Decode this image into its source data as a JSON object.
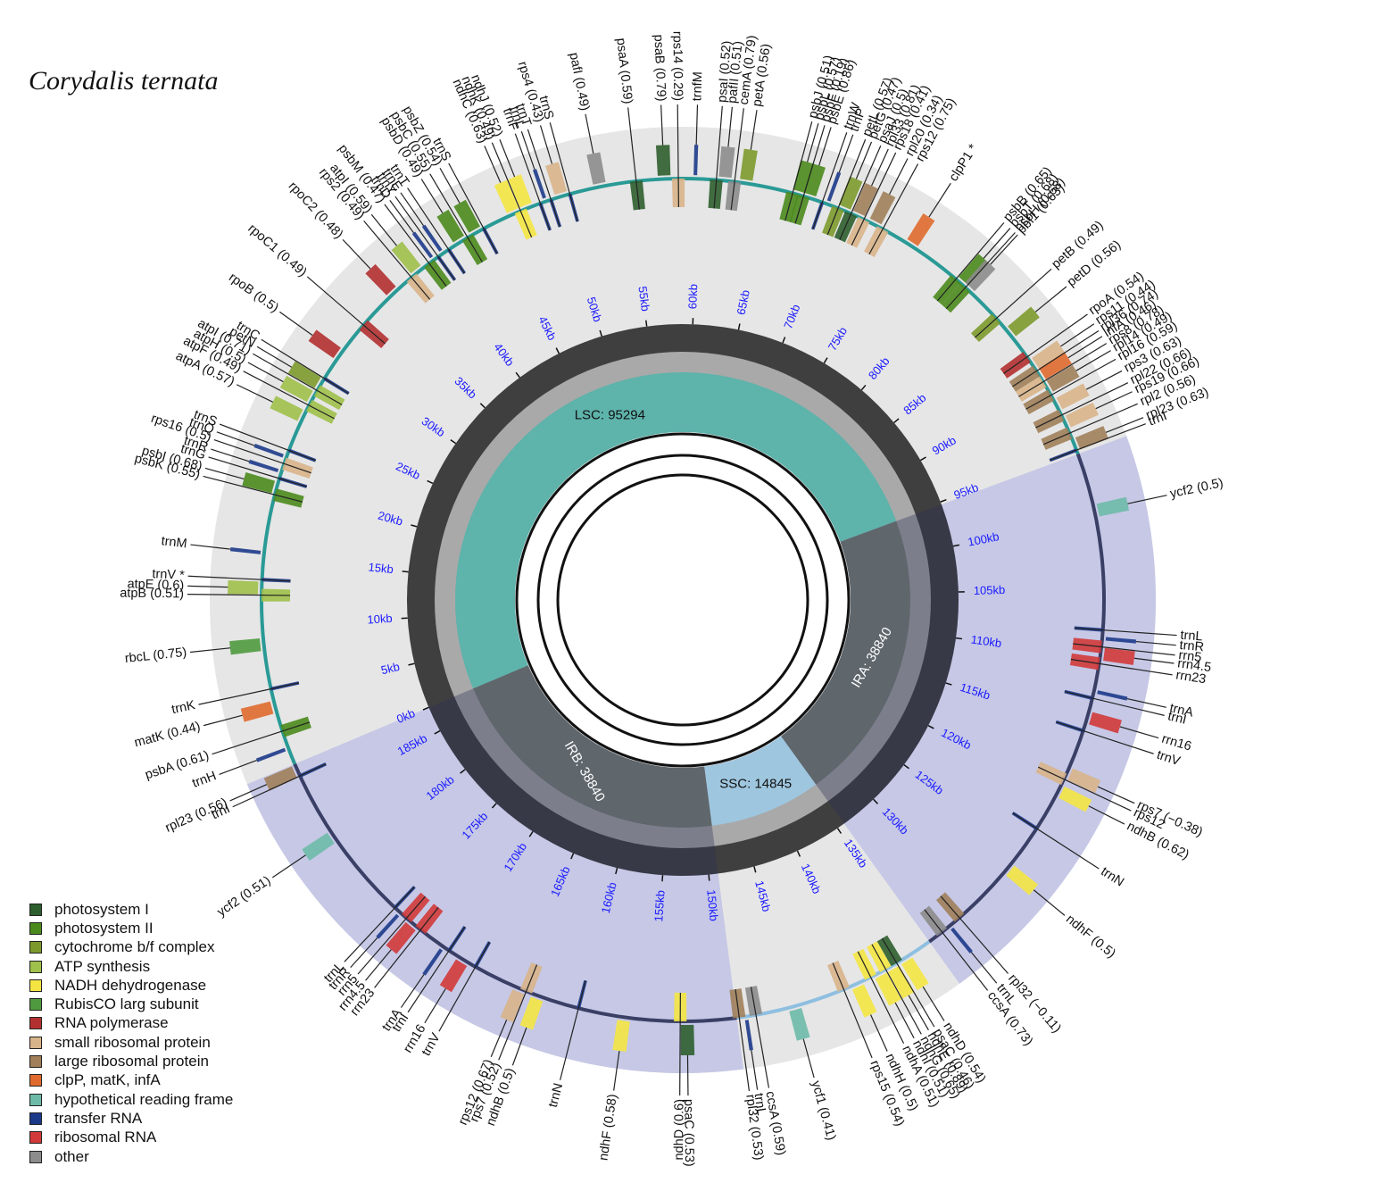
{
  "title": "Corydalis ternata",
  "colors": {
    "photosystem I": "#2d5e2d",
    "photosystem II": "#4a8a1c",
    "cytochrome b/f complex": "#7c9a2c",
    "ATP synthesis": "#9fc04a",
    "NADH dehydrogenase": "#f4e542",
    "RubisCO larg subunit": "#4f9a3f",
    "RNA polymerase": "#b33030",
    "small ribosomal protein": "#d8b48a",
    "large ribosomal protein": "#a07f5a",
    "clpP, matK, infA": "#e06a2e",
    "hypothetical reading frame": "#6dbaa8",
    "transfer RNA": "#1c3a8a",
    "ribosomal RNA": "#d23a3a",
    "other": "#8c8c8c"
  },
  "legend": [
    "photosystem I",
    "photosystem II",
    "cytochrome b/f complex",
    "ATP synthesis",
    "NADH dehydrogenase",
    "RubisCO larg subunit",
    "RNA polymerase",
    "small ribosomal protein",
    "large ribosomal protein",
    "clpP, matK, infA",
    "hypothetical reading frame",
    "transfer RNA",
    "ribosomal RNA",
    "other"
  ],
  "regions": [
    {
      "label": "LSC: 95294",
      "start": 0,
      "end": 95294,
      "color": "#5eb3ab"
    },
    {
      "label": "IRA: 38840",
      "start": 95294,
      "end": 134134,
      "color": "#5f666c"
    },
    {
      "label": "SSC: 14845",
      "start": 134134,
      "end": 148979,
      "color": "#9ec6df"
    },
    {
      "label": "IRB: 38840",
      "start": 148979,
      "end": 187819,
      "color": "#5f666c"
    }
  ],
  "genome_length": 187819,
  "kb_ticks": [
    "0kb",
    "5kb",
    "10kb",
    "15kb",
    "20kb",
    "25kb",
    "30kb",
    "35kb",
    "40kb",
    "45kb",
    "50kb",
    "55kb",
    "60kb",
    "65kb",
    "70kb",
    "75kb",
    "80kb",
    "85kb",
    "90kb",
    "95kb",
    "100kb",
    "105kb",
    "110kb",
    "115kb",
    "120kb",
    "125kb",
    "130kb",
    "135kb",
    "140kb",
    "145kb",
    "150kb",
    "155kb",
    "160kb",
    "165kb",
    "170kb",
    "175kb",
    "180kb",
    "185kb"
  ],
  "genes": [
    {
      "pos": 1200,
      "label": "trnH",
      "cat": "transfer RNA"
    },
    {
      "pos": 2500,
      "label": "psbA (0.61)",
      "cat": "photosystem II"
    },
    {
      "pos": 4300,
      "label": "matK (0.44)",
      "cat": "clpP, matK, infA"
    },
    {
      "pos": 5600,
      "label": "trnK",
      "cat": "transfer RNA"
    },
    {
      "pos": 8800,
      "label": "rbcL (0.75)",
      "cat": "RubisCO larg subunit"
    },
    {
      "pos": 12300,
      "label": "atpB (0.51)",
      "cat": "ATP synthesis"
    },
    {
      "pos": 12800,
      "label": "atpE (0.6)",
      "cat": "ATP synthesis"
    },
    {
      "pos": 13400,
      "label": "trnV *",
      "cat": "transfer RNA"
    },
    {
      "pos": 15300,
      "label": "trnM",
      "cat": "transfer RNA"
    },
    {
      "pos": 19500,
      "label": "psbK (0.55)",
      "cat": "photosystem II"
    },
    {
      "pos": 20000,
      "label": "psbI (0.68)",
      "cat": "photosystem II"
    },
    {
      "pos": 20700,
      "label": "trnG",
      "cat": "transfer RNA"
    },
    {
      "pos": 21200,
      "label": "trnR",
      "cat": "transfer RNA"
    },
    {
      "pos": 21800,
      "label": "rps16 (0.5)",
      "cat": "small ribosomal protein"
    },
    {
      "pos": 22300,
      "label": "trnQ",
      "cat": "transfer RNA"
    },
    {
      "pos": 22800,
      "label": "trnS",
      "cat": "transfer RNA"
    },
    {
      "pos": 25400,
      "label": "atpA (0.57)",
      "cat": "ATP synthesis"
    },
    {
      "pos": 26300,
      "label": "atpF (0.49)",
      "cat": "ATP synthesis"
    },
    {
      "pos": 26900,
      "label": "atpH (0.5)",
      "cat": "ATP synthesis"
    },
    {
      "pos": 27500,
      "label": "atpI (0.71)",
      "cat": "ATP synthesis"
    },
    {
      "pos": 28000,
      "label": "petN",
      "cat": "cytochrome b/f complex"
    },
    {
      "pos": 28500,
      "label": "trnC",
      "cat": "transfer RNA"
    },
    {
      "pos": 30500,
      "label": "rpoB (0.5)",
      "cat": "RNA polymerase"
    },
    {
      "pos": 33200,
      "label": "rpoC1 (0.49)",
      "cat": "RNA polymerase"
    },
    {
      "pos": 36300,
      "label": "rpoC2 (0.48)",
      "cat": "RNA polymerase"
    },
    {
      "pos": 38000,
      "label": "rps2 (0.49)",
      "cat": "small ribosomal protein"
    },
    {
      "pos": 38600,
      "label": "atpI (0.59)",
      "cat": "ATP synthesis"
    },
    {
      "pos": 39600,
      "label": "psbM (0.47)",
      "cat": "photosystem II"
    },
    {
      "pos": 40000,
      "label": "trnD",
      "cat": "transfer RNA"
    },
    {
      "pos": 40400,
      "label": "trnY",
      "cat": "transfer RNA"
    },
    {
      "pos": 40800,
      "label": "trnE",
      "cat": "transfer RNA"
    },
    {
      "pos": 41300,
      "label": "trnT",
      "cat": "transfer RNA"
    },
    {
      "pos": 42300,
      "label": "psbD (0.49)",
      "cat": "photosystem II"
    },
    {
      "pos": 42900,
      "label": "psbC (0.55)",
      "cat": "photosystem II"
    },
    {
      "pos": 43600,
      "label": "psbZ (0.54)",
      "cat": "photosystem II"
    },
    {
      "pos": 44200,
      "label": "trnS",
      "cat": "transfer RNA"
    },
    {
      "pos": 46600,
      "label": "ndhC (0.63)",
      "cat": "NADH dehydrogenase"
    },
    {
      "pos": 47100,
      "label": "ndhK (0.49)",
      "cat": "NADH dehydrogenase"
    },
    {
      "pos": 47600,
      "label": "ndhJ (0.52)",
      "cat": "NADH dehydrogenase"
    },
    {
      "pos": 48600,
      "label": "trnF",
      "cat": "transfer RNA"
    },
    {
      "pos": 49000,
      "label": "trnL",
      "cat": "transfer RNA"
    },
    {
      "pos": 49400,
      "label": "trnT",
      "cat": "transfer RNA"
    },
    {
      "pos": 50200,
      "label": "rps4 (0.43)",
      "cat": "small ribosomal protein"
    },
    {
      "pos": 50800,
      "label": "trnS",
      "cat": "transfer RNA"
    },
    {
      "pos": 53000,
      "label": "pafI (0.49)",
      "cat": "other"
    },
    {
      "pos": 55600,
      "label": "psaA (0.59)",
      "cat": "photosystem I"
    },
    {
      "pos": 57600,
      "label": "psaB (0.79)",
      "cat": "photosystem I"
    },
    {
      "pos": 58600,
      "label": "rps14 (0.29)",
      "cat": "small ribosomal protein"
    },
    {
      "pos": 59800,
      "label": "trnfM",
      "cat": "transfer RNA"
    },
    {
      "pos": 61300,
      "label": "psaI (0.52)",
      "cat": "photosystem I"
    },
    {
      "pos": 61900,
      "label": "pafII (0.51)",
      "cat": "other"
    },
    {
      "pos": 62600,
      "label": "cemA (0.79)",
      "cat": "other"
    },
    {
      "pos": 63400,
      "label": "petA (0.56)",
      "cat": "cytochrome b/f complex"
    },
    {
      "pos": 66800,
      "label": "psbJ (0.51)",
      "cat": "photosystem II"
    },
    {
      "pos": 67200,
      "label": "psbL (0.57)",
      "cat": "photosystem II"
    },
    {
      "pos": 67600,
      "label": "psbF (0.19)",
      "cat": "photosystem II"
    },
    {
      "pos": 68000,
      "label": "psbE (0.86)",
      "cat": "photosystem II"
    },
    {
      "pos": 69000,
      "label": "trnW",
      "cat": "transfer RNA"
    },
    {
      "pos": 69400,
      "label": "trnP",
      "cat": "transfer RNA"
    },
    {
      "pos": 70200,
      "label": "petL (0.57)",
      "cat": "cytochrome b/f complex"
    },
    {
      "pos": 70600,
      "label": "petG (0.47)",
      "cat": "cytochrome b/f complex"
    },
    {
      "pos": 71200,
      "label": "psaJ (0.5)",
      "cat": "photosystem I"
    },
    {
      "pos": 71700,
      "label": "rpl33 (0.81)",
      "cat": "large ribosomal protein"
    },
    {
      "pos": 72200,
      "label": "rps18 (0.41)",
      "cat": "small ribosomal protein"
    },
    {
      "pos": 73000,
      "label": "rpl20 (0.34)",
      "cat": "large ribosomal protein"
    },
    {
      "pos": 73700,
      "label": "rps12 (0.75)",
      "cat": "small ribosomal protein"
    },
    {
      "pos": 76000,
      "label": "clpP1 *",
      "cat": "clpP, matK, infA"
    },
    {
      "pos": 80000,
      "label": "psbB (0.65)",
      "cat": "photosystem II"
    },
    {
      "pos": 80500,
      "label": "psbT (0.68)",
      "cat": "photosystem II"
    },
    {
      "pos": 80900,
      "label": "psbH (0.68)",
      "cat": "photosystem II"
    },
    {
      "pos": 81100,
      "label": "pbf1 (0.63)",
      "cat": "other"
    },
    {
      "pos": 84000,
      "label": "petB (0.49)",
      "cat": "cytochrome b/f complex"
    },
    {
      "pos": 85400,
      "label": "petD (0.56)",
      "cat": "cytochrome b/f complex"
    },
    {
      "pos": 87500,
      "label": "rpoA (0.54)",
      "cat": "RNA polymerase"
    },
    {
      "pos": 88200,
      "label": "rps11 (0.44)",
      "cat": "small ribosomal protein"
    },
    {
      "pos": 88700,
      "label": "rpl36 (0.74)",
      "cat": "large ribosomal protein"
    },
    {
      "pos": 89100,
      "label": "infA (0.46)",
      "cat": "clpP, matK, infA"
    },
    {
      "pos": 89600,
      "label": "rps8 (0.78)",
      "cat": "small ribosomal protein"
    },
    {
      "pos": 90100,
      "label": "rpl14 (0.49)",
      "cat": "large ribosomal protein"
    },
    {
      "pos": 90700,
      "label": "rpl16 (0.59)",
      "cat": "large ribosomal protein"
    },
    {
      "pos": 91500,
      "label": "rps3 (0.63)",
      "cat": "small ribosomal protein"
    },
    {
      "pos": 92300,
      "label": "rpl22 (0.66)",
      "cat": "large ribosomal protein"
    },
    {
      "pos": 92900,
      "label": "rps19 (0.66)",
      "cat": "small ribosomal protein"
    },
    {
      "pos": 93700,
      "label": "rpl2 (0.56)",
      "cat": "large ribosomal protein"
    },
    {
      "pos": 94600,
      "label": "rpl23 (0.63)",
      "cat": "large ribosomal protein"
    },
    {
      "pos": 95000,
      "label": "trnI",
      "cat": "transfer RNA"
    },
    {
      "pos": 99500,
      "label": "ycf2 (0.5)",
      "cat": "hypothetical reading frame"
    },
    {
      "pos": 108000,
      "label": "trnL",
      "cat": "transfer RNA"
    },
    {
      "pos": 108600,
      "label": "trnR",
      "cat": "transfer RNA"
    },
    {
      "pos": 109200,
      "label": "rrn5",
      "cat": "ribosomal RNA"
    },
    {
      "pos": 109700,
      "label": "rrn4.5",
      "cat": "ribosomal RNA"
    },
    {
      "pos": 110400,
      "label": "rrn23",
      "cat": "ribosomal RNA"
    },
    {
      "pos": 112400,
      "label": "trnA",
      "cat": "transfer RNA"
    },
    {
      "pos": 112900,
      "label": "trnI",
      "cat": "transfer RNA"
    },
    {
      "pos": 114300,
      "label": "rrn16",
      "cat": "ribosomal RNA"
    },
    {
      "pos": 115300,
      "label": "trnV",
      "cat": "transfer RNA"
    },
    {
      "pos": 118500,
      "label": "rps7 (−0.38)",
      "cat": "small ribosomal protein"
    },
    {
      "pos": 119000,
      "label": "rps12",
      "cat": "small ribosomal protein"
    },
    {
      "pos": 119900,
      "label": "ndhB (0.62)",
      "cat": "NADH dehydrogenase"
    },
    {
      "pos": 123000,
      "label": "trnN",
      "cat": "transfer RNA"
    },
    {
      "pos": 126500,
      "label": "ndhF (0.5)",
      "cat": "NADH dehydrogenase"
    },
    {
      "pos": 131400,
      "label": "rpl32 (−0.11)",
      "cat": "large ribosomal protein"
    },
    {
      "pos": 132300,
      "label": "trnL",
      "cat": "transfer RNA"
    },
    {
      "pos": 133000,
      "label": "ccsA (0.73)",
      "cat": "other"
    },
    {
      "pos": 136200,
      "label": "ndhD (0.54)",
      "cat": "NADH dehydrogenase"
    },
    {
      "pos": 136900,
      "label": "psaC (0.46)",
      "cat": "photosystem I"
    },
    {
      "pos": 137300,
      "label": "ndhE (0.89)",
      "cat": "NADH dehydrogenase"
    },
    {
      "pos": 137800,
      "label": "ndhG (0.65)",
      "cat": "NADH dehydrogenase"
    },
    {
      "pos": 138300,
      "label": "ndhI (0.51)",
      "cat": "NADH dehydrogenase"
    },
    {
      "pos": 139000,
      "label": "ndhA (0.51)",
      "cat": "NADH dehydrogenase"
    },
    {
      "pos": 140100,
      "label": "ndhH (0.5)",
      "cat": "NADH dehydrogenase"
    },
    {
      "pos": 141100,
      "label": "rps15 (0.54)",
      "cat": "small ribosomal protein"
    },
    {
      "pos": 144800,
      "label": "ycf1 (0.41)",
      "cat": "hypothetical reading frame"
    },
    {
      "pos": 147600,
      "label": "ccsA (0.59)",
      "cat": "other"
    },
    {
      "pos": 148300,
      "label": "trnL",
      "cat": "transfer RNA"
    },
    {
      "pos": 148800,
      "label": "rpl32 (0.53)",
      "cat": "large ribosomal protein"
    },
    {
      "pos": 152500,
      "label": "psaC (0.53)",
      "cat": "photosystem I"
    },
    {
      "pos": 153000,
      "label": "ndhD (0.6)",
      "cat": "NADH dehydrogenase"
    },
    {
      "pos": 157000,
      "label": "ndhF (0.58)",
      "cat": "NADH dehydrogenase"
    },
    {
      "pos": 160300,
      "label": "trnN",
      "cat": "transfer RNA"
    },
    {
      "pos": 163300,
      "label": "ndhB (0.5)",
      "cat": "NADH dehydrogenase"
    },
    {
      "pos": 164200,
      "label": "rps7 (0.52)",
      "cat": "small ribosomal protein"
    },
    {
      "pos": 164700,
      "label": "rps12 (0.67)",
      "cat": "small ribosomal protein"
    },
    {
      "pos": 168200,
      "label": "trnV",
      "cat": "transfer RNA"
    },
    {
      "pos": 169200,
      "label": "rrn16",
      "cat": "ribosomal RNA"
    },
    {
      "pos": 170400,
      "label": "trnI",
      "cat": "transfer RNA"
    },
    {
      "pos": 170900,
      "label": "trnA",
      "cat": "transfer RNA"
    },
    {
      "pos": 172900,
      "label": "rrn23",
      "cat": "ribosomal RNA"
    },
    {
      "pos": 173600,
      "label": "rrn4.5",
      "cat": "ribosomal RNA"
    },
    {
      "pos": 174200,
      "label": "rrn5",
      "cat": "ribosomal RNA"
    },
    {
      "pos": 174800,
      "label": "trnR",
      "cat": "transfer RNA"
    },
    {
      "pos": 175300,
      "label": "trnL",
      "cat": "transfer RNA"
    },
    {
      "pos": 182000,
      "label": "ycf2 (0.51)",
      "cat": "hypothetical reading frame"
    },
    {
      "pos": 186900,
      "label": "trnI",
      "cat": "transfer RNA"
    },
    {
      "pos": 187300,
      "label": "rpl23 (0.56)",
      "cat": "large ribosomal protein"
    }
  ]
}
